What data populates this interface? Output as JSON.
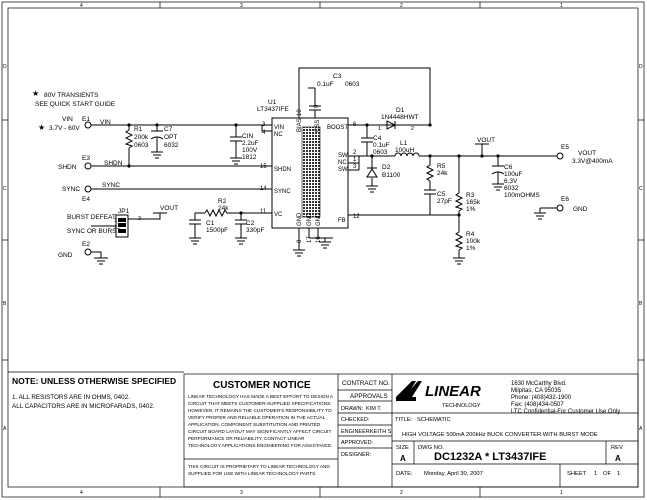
{
  "border": {
    "row_left": [
      "D",
      "C",
      "B",
      "A"
    ],
    "row_right": [
      "D",
      "C",
      "B",
      "A"
    ],
    "col_top": [
      "4",
      "3",
      "2",
      "1"
    ],
    "col_bottom": [
      "4",
      "3",
      "2",
      "1"
    ]
  },
  "schematic": {
    "transients_note": [
      "80V TRANSIENTS",
      "SEE QUICK START GUIDE"
    ],
    "vin": {
      "name": "VIN",
      "range": "3.7V - 60V",
      "terminal": "E1",
      "net": "VIN"
    },
    "shdn": {
      "name": "SHDN",
      "terminal": "E3",
      "net": "SHDN"
    },
    "sync": {
      "name": "SYNC",
      "terminal": "E4",
      "net": "SYNC"
    },
    "jp1": {
      "ref": "JP1",
      "label1": "BURST DEFEAT",
      "label2": "SYNC OR BURST",
      "pins": [
        "1",
        "2",
        "3"
      ],
      "net": "VOUT"
    },
    "gnd_in": {
      "terminal": "E2",
      "label": "GND"
    },
    "r1": {
      "ref": "R1",
      "value": "200k",
      "pkg": "0603"
    },
    "c7": {
      "ref": "C7",
      "value": "OPT",
      "pkg": "6032"
    },
    "cin": {
      "ref": "CIN",
      "value": "2.2uF",
      "voltage": "100V",
      "pkg": "1812"
    },
    "r2": {
      "ref": "R2",
      "value": "24k"
    },
    "c1": {
      "ref": "C1",
      "value": "1500pF"
    },
    "c2": {
      "ref": "C2",
      "value": "330pF"
    },
    "u1": {
      "ref": "U1",
      "part": "LT3437IFE",
      "pins_left": [
        {
          "name": "VIN",
          "num": "3"
        },
        {
          "name": "NC",
          "num": "4"
        },
        {
          "name": "SHDN",
          "num": "15"
        },
        {
          "name": "SYNC",
          "num": "14"
        },
        {
          "name": "VC",
          "num": "11"
        }
      ],
      "pins_top": [
        {
          "name": "BIAS",
          "num": "10"
        },
        {
          "name": "CSS",
          "num": "9"
        }
      ],
      "pins_right": [
        {
          "name": "BOOST",
          "num": "6"
        },
        {
          "name": "SW",
          "num": "2"
        },
        {
          "name": "NC",
          "num": "1"
        },
        {
          "name": "SW",
          "num": "3"
        },
        {
          "name": "FB",
          "num": "12"
        }
      ],
      "pins_bottom": [
        {
          "name": "GND",
          "num": "8"
        },
        {
          "name": "GND",
          "num": "17"
        },
        {
          "name": "GND",
          "num": "16"
        }
      ]
    },
    "c3": {
      "ref": "C3",
      "value": "0.1uF",
      "pkg": "0603"
    },
    "d1": {
      "ref": "D1",
      "part": "1N4448HWT",
      "pins": [
        "1",
        "2"
      ]
    },
    "c4": {
      "ref": "C4",
      "value": "0.1uF",
      "pkg": "0603"
    },
    "l1": {
      "ref": "L1",
      "value": "100uH"
    },
    "d2": {
      "ref": "D2",
      "part": "B1100"
    },
    "r5": {
      "ref": "R5",
      "value": "24k"
    },
    "c5": {
      "ref": "C5",
      "value": "27pF"
    },
    "r3": {
      "ref": "R3",
      "value": "165k",
      "tol": "1%"
    },
    "r4": {
      "ref": "R4",
      "value": "100k",
      "tol": "1%"
    },
    "c6": {
      "ref": "C6",
      "value": "100uF",
      "voltage": "6.3V",
      "pkg": "6032",
      "esr": "100mOHMS"
    },
    "vout_net": "VOUT",
    "vout": {
      "name": "VOUT",
      "rating": "3.3V@400mA",
      "terminal": "E5"
    },
    "gnd_out": {
      "terminal": "E6",
      "label": "GND"
    }
  },
  "notes": {
    "title": "NOTE: UNLESS OTHERWISE SPECIFIED",
    "lines": [
      "1.  ALL RESISTORS ARE IN OHMS, 0402.",
      "     ALL CAPACITORS ARE IN MICROFARADS, 0402."
    ]
  },
  "customer_notice": {
    "title": "CUSTOMER NOTICE",
    "lines": [
      "LINEAR TECHNOLOGY HAS MADE A BEST EFFORT TO DESIGN A",
      "CIRCUIT THAT MEETS CUSTOMER-SUPPLIED SPECIFICATIONS;",
      "HOWEVER, IT REMAINS THE CUSTOMER'S RESPONSIBILITY TO",
      "VERIFY PROPER AND RELIABLE OPERATION IN THE ACTUAL",
      "APPLICATION.  COMPONENT SUBSTITUTION AND PRINTED",
      "CIRCUIT BOARD LAYOUT MAY SIGNIFICANTLY AFFECT CIRCUIT",
      "PERFORMANCE OR RELIABILITY.  CONTACT LINEAR",
      "TECHNOLOGY APPLICATIONS ENGINEERING FOR ASSISTANCE."
    ],
    "footer": [
      "THIS CIRCUIT IS PROPRIETARY TO LINEAR TECHNOLOGY AND",
      "SUPPLIED FOR USE WITH LINEAR TECHNOLOGY PARTS."
    ]
  },
  "contract": {
    "header": "CONTRACT NO.",
    "approvals": "APPROVALS",
    "drawn_label": "DRAWN:",
    "drawn_value": "KIM T.",
    "checked_label": "CHECKED:",
    "approved_label": "APPROVED:",
    "engineer_label": "ENGINEER:",
    "engineer_value": "KEITH S.",
    "designer_label": "DESIGNER:"
  },
  "company": {
    "logo_text": "LINEAR",
    "logo_sub": "TECHNOLOGY",
    "address": [
      "1630 McCarthy Blvd.",
      "Milpitas, CA 95035",
      "Phone: (408)432-1900",
      "Fax: (408)434-0507"
    ],
    "confidential": "LTC Confidential-For Customer Use Only"
  },
  "title_block": {
    "title_label": "TITLE:",
    "title_value": "SCHEMATIC",
    "description": "HIGH VOLTAGE 500mA 200kHz BUCK CONVERTER WITH BURST MODE",
    "size_label": "SIZE",
    "size_value": "A",
    "dwg_label": "DWG NO.",
    "dwg_value": "DC1232A * LT3437IFE",
    "rev_label": "REV",
    "rev_value": "A",
    "date_label": "DATE:",
    "date_value": "Monday, April 30, 2007",
    "sheet_label": "SHEET",
    "sheet_num": "1",
    "sheet_of": "OF",
    "sheet_total": "1"
  }
}
